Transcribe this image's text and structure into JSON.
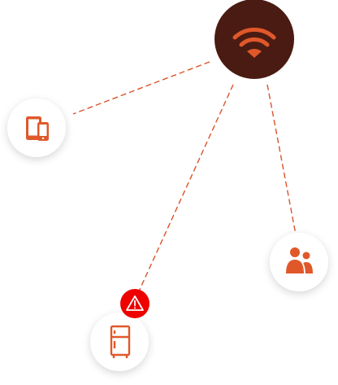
{
  "colors": {
    "hub_fill": "#4a1b12",
    "accent": "#e0582a",
    "alert": "#ee0000",
    "node_fill": "#ffffff",
    "connector": "#d9542b"
  },
  "hub": {
    "icon": "wifi-icon"
  },
  "devices": [
    {
      "id": "phone-tablet",
      "icon": "phone-tablet-icon",
      "status": "ok"
    },
    {
      "id": "refrigerator",
      "icon": "refrigerator-icon",
      "status": "alert",
      "status_icon": "warning-icon"
    },
    {
      "id": "users",
      "icon": "users-icon",
      "status": "ok"
    }
  ]
}
